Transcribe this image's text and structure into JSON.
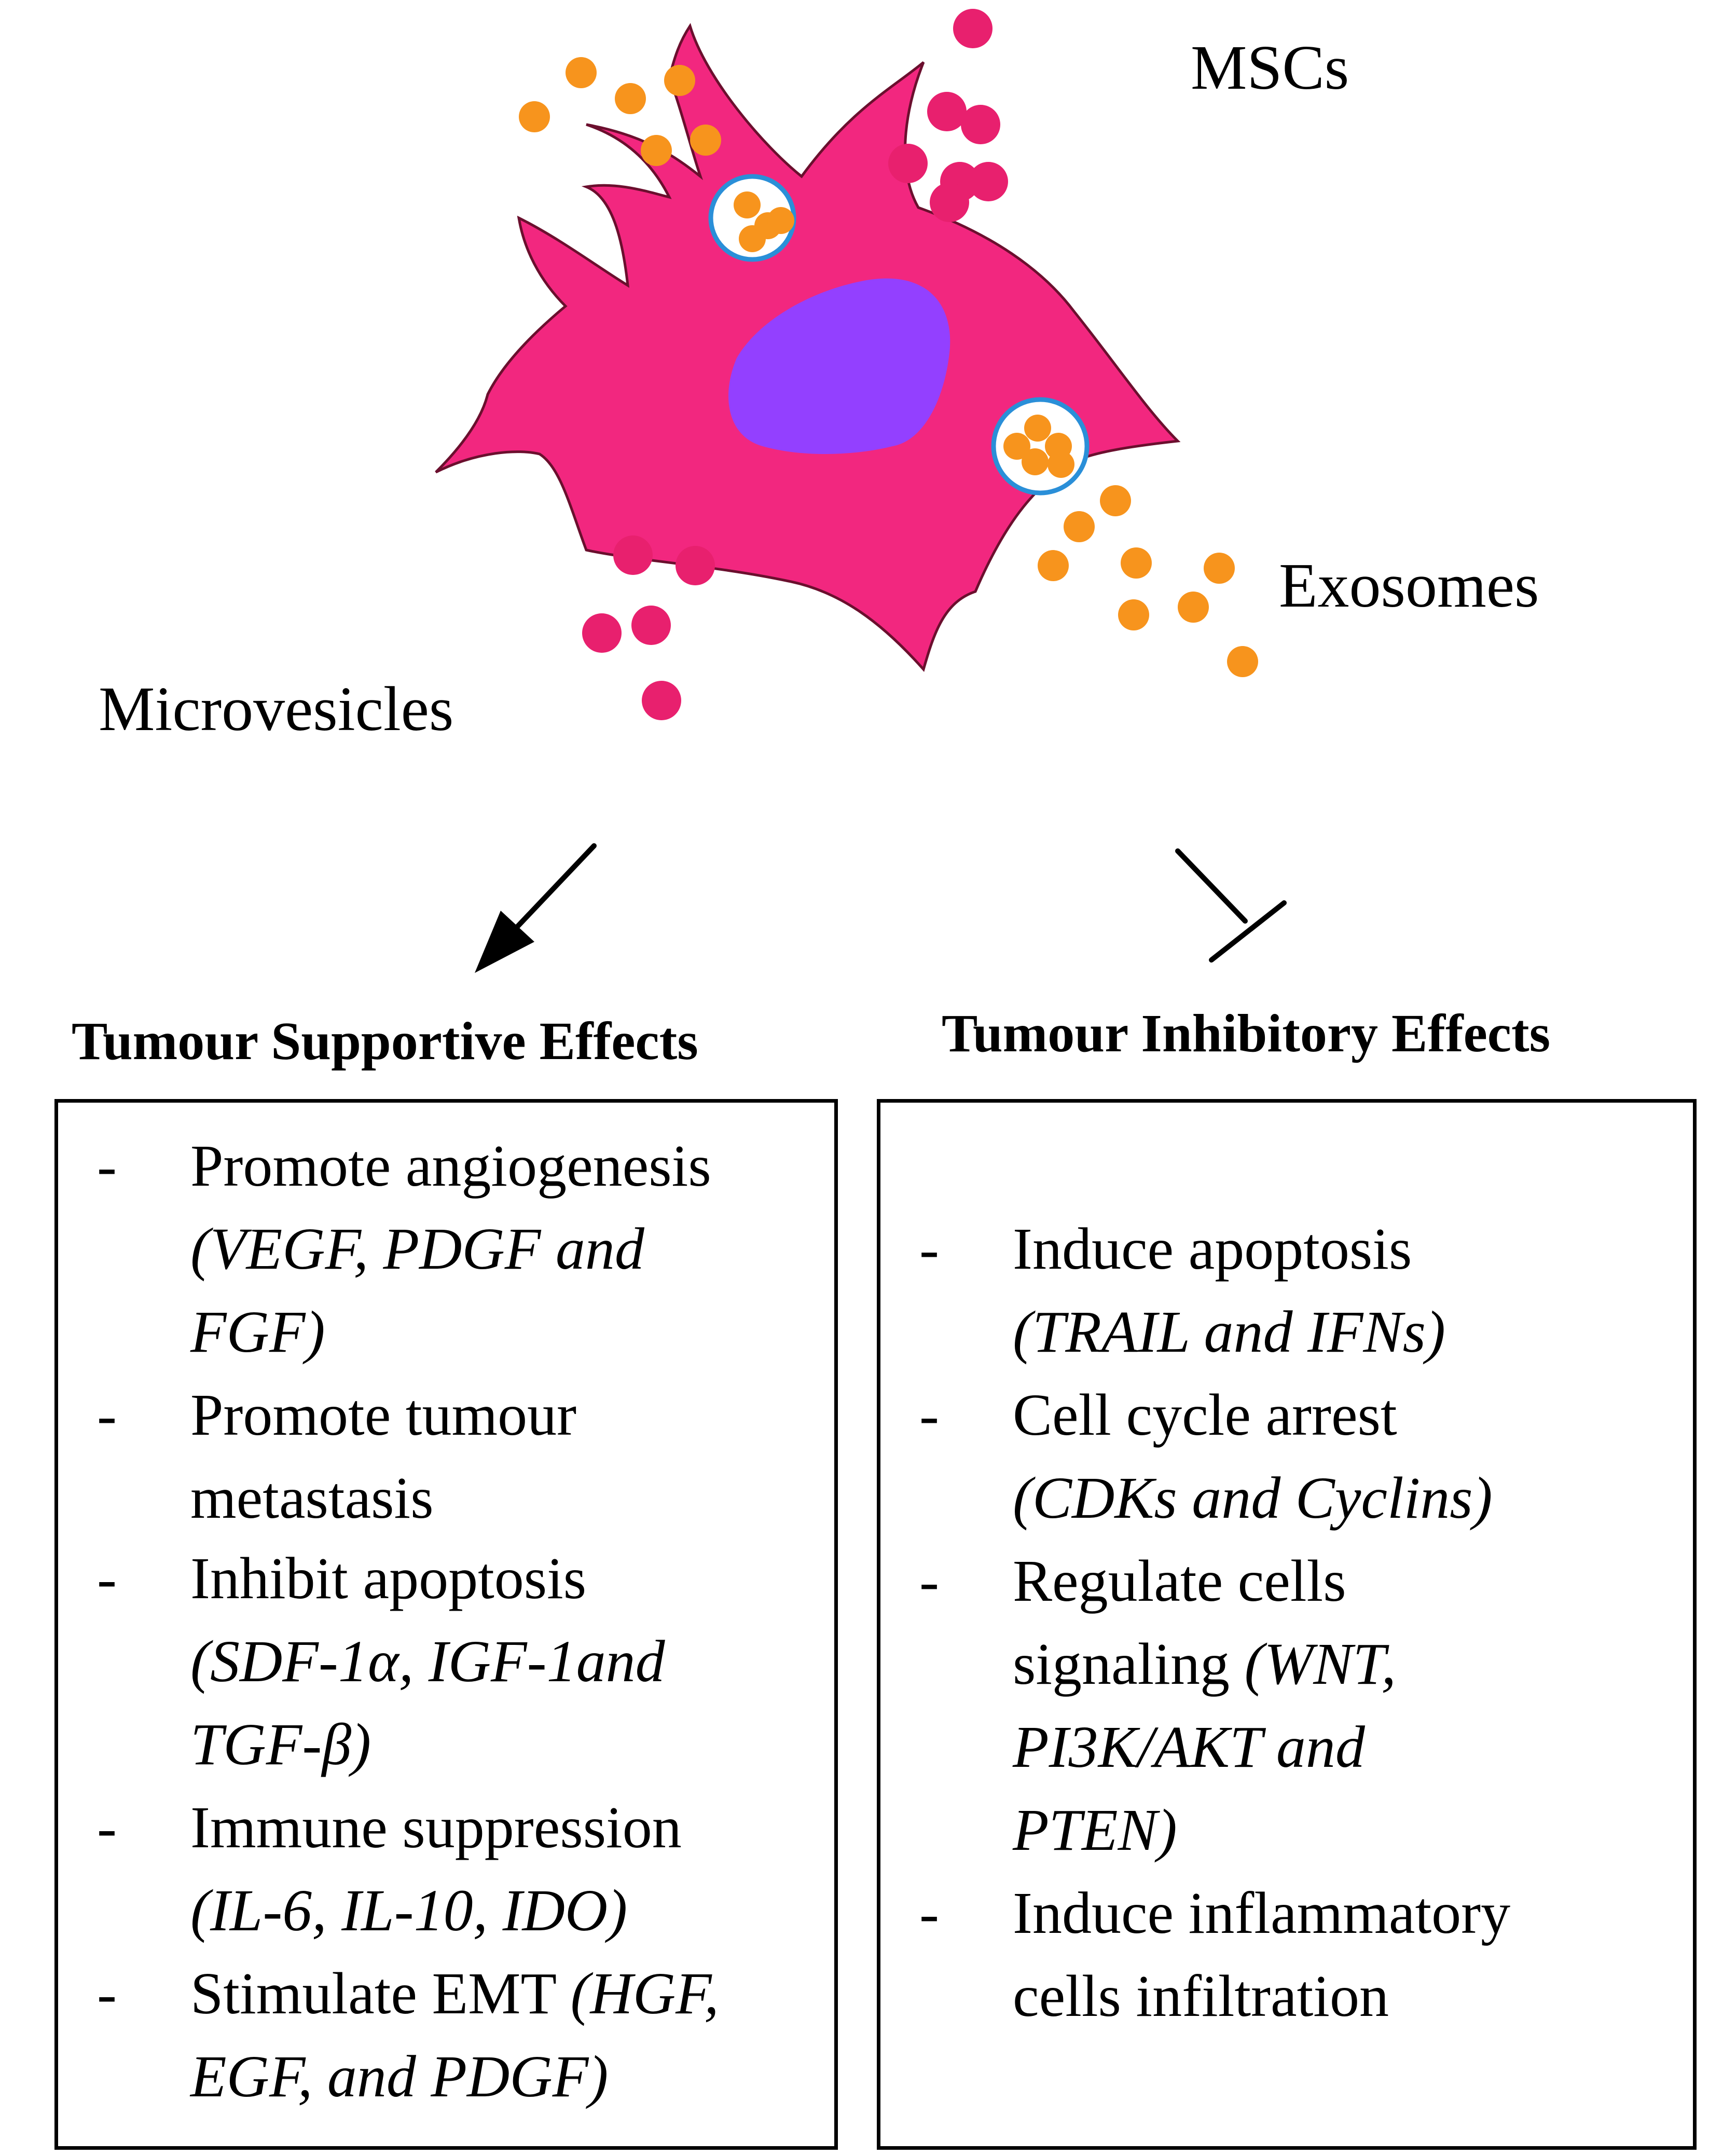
{
  "diagram": {
    "labels": {
      "mscs": "MSCs",
      "exosomes": "Exosomes",
      "microvesicles": "Microvesicles"
    },
    "colors": {
      "cell_body": "#f2277f",
      "cell_outline": "#6b0f2e",
      "nucleus": "#9340ff",
      "exosome_dot": "#f7941d",
      "microvesicle_dot": "#e8206e",
      "vesicle_ring": "#2a8fd8"
    },
    "arrows": {
      "supportive": "promotes",
      "inhibitory": "inhibits"
    }
  },
  "panels": {
    "supportive": {
      "heading": "Tumour Supportive Effects",
      "items": [
        {
          "dash": "-",
          "lines": [
            [
              {
                "t": "Promote angiogenesis",
                "i": false
              }
            ],
            [
              {
                "t": "(VEGF, PDGF and",
                "i": true
              }
            ],
            [
              {
                "t": "FGF)",
                "i": true
              }
            ]
          ]
        },
        {
          "dash": "-",
          "lines": [
            [
              {
                "t": "Promote tumour",
                "i": false
              }
            ],
            [
              {
                "t": "metastasis",
                "i": false
              }
            ]
          ]
        },
        {
          "dash": "-",
          "lines": [
            [
              {
                "t": "Inhibit apoptosis",
                "i": false
              }
            ],
            [
              {
                "t": "(SDF-1α, IGF-1and",
                "i": true
              }
            ],
            [
              {
                "t": "TGF-β)",
                "i": true
              }
            ]
          ]
        },
        {
          "dash": "-",
          "lines": [
            [
              {
                "t": "Immune suppression",
                "i": false
              }
            ],
            [
              {
                "t": "(IL-6, IL-10, IDO)",
                "i": true
              }
            ]
          ]
        },
        {
          "dash": "-",
          "lines": [
            [
              {
                "t": "Stimulate EMT ",
                "i": false
              },
              {
                "t": "(HGF,",
                "i": true
              }
            ],
            [
              {
                "t": "EGF, and PDGF)",
                "i": true
              }
            ]
          ]
        }
      ]
    },
    "inhibitory": {
      "heading": "Tumour Inhibitory Effects",
      "items": [
        {
          "dash": "-",
          "lines": [
            [
              {
                "t": "Induce apoptosis",
                "i": false
              }
            ],
            [
              {
                "t": "(TRAIL and IFNs)",
                "i": true
              }
            ]
          ]
        },
        {
          "dash": "-",
          "lines": [
            [
              {
                "t": "Cell cycle arrest",
                "i": false
              }
            ],
            [
              {
                "t": "(CDKs and Cyclins)",
                "i": true
              }
            ]
          ]
        },
        {
          "dash": "-",
          "lines": [
            [
              {
                "t": "Regulate cells",
                "i": false
              }
            ],
            [
              {
                "t": "signaling ",
                "i": false
              },
              {
                "t": "(WNT,",
                "i": true
              }
            ],
            [
              {
                "t": "PI3K/AKT and",
                "i": true
              }
            ],
            [
              {
                "t": "PTEN)",
                "i": true
              }
            ]
          ]
        },
        {
          "dash": "-",
          "lines": [
            [
              {
                "t": "Induce inflammatory",
                "i": false
              }
            ],
            [
              {
                "t": "cells infiltration",
                "i": false
              }
            ]
          ]
        }
      ]
    }
  }
}
